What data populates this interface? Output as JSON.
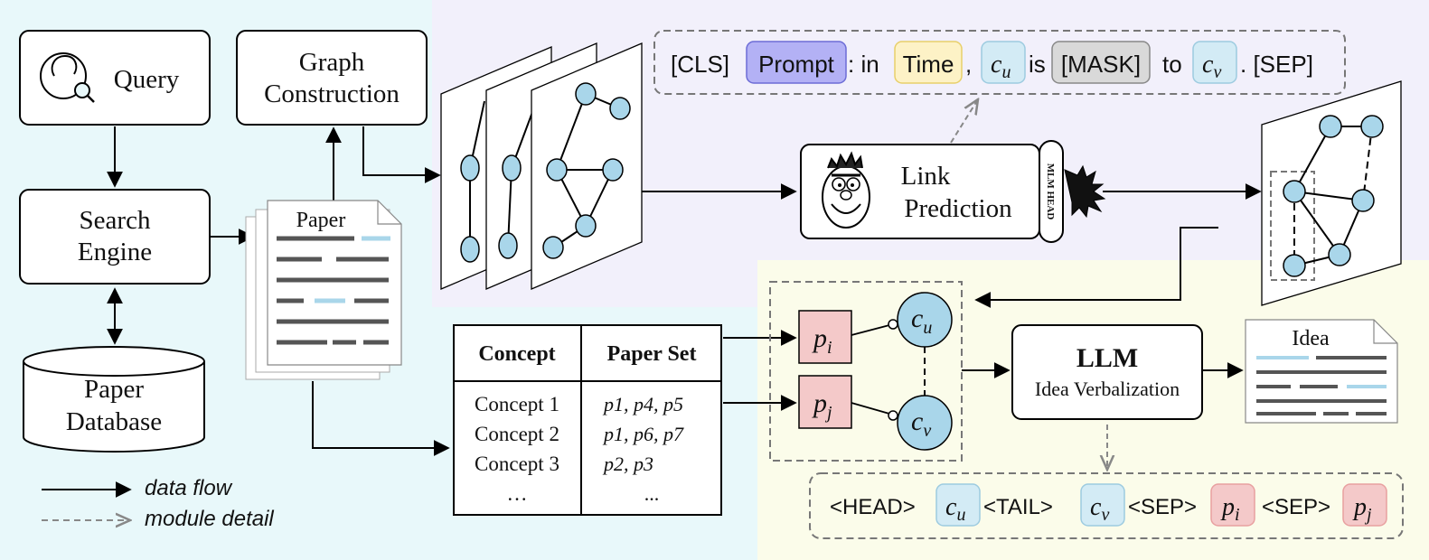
{
  "modules": {
    "query": "Query",
    "graph_construction": [
      "Graph",
      "Construction"
    ],
    "search_engine": [
      "Search",
      "Engine"
    ],
    "paper_database": [
      "Paper",
      "Database"
    ],
    "paper_doc": "Paper",
    "link_prediction": [
      "Link",
      "Prediction"
    ],
    "mlm_head": "MLM HEAD",
    "llm_title": "LLM",
    "llm_subtitle": "Idea Verbalization",
    "idea_doc": "Idea"
  },
  "prompt_template": {
    "cls": "[CLS]",
    "prompt": "Prompt",
    "colon_in": ": in",
    "time": "Time",
    "comma": ",",
    "cu": "c",
    "cu_sub": "u",
    "is": "is",
    "mask": "[MASK]",
    "to": "to",
    "cv": "c",
    "cv_sub": "v",
    "sep_end": ". [SEP]"
  },
  "concept_table": {
    "headers": [
      "Concept",
      "Paper Set"
    ],
    "rows": [
      {
        "concept": "Concept 1",
        "papers": "p1, p4, p5"
      },
      {
        "concept": "Concept 2",
        "papers": "p1, p6, p7"
      },
      {
        "concept": "Concept 3",
        "papers": "p2, p3"
      },
      {
        "concept": "…",
        "papers": "..."
      }
    ]
  },
  "pair_nodes": {
    "pi": "p",
    "pi_sub": "i",
    "pj": "p",
    "pj_sub": "j",
    "cu": "c",
    "cu_sub": "u",
    "cv": "c",
    "cv_sub": "v"
  },
  "output_sequence": {
    "head": "<HEAD>",
    "tail": "<TAIL>",
    "sep1": "<SEP>",
    "sep2": "<SEP>"
  },
  "legend": {
    "data_flow": "data flow",
    "module_detail": "module detail"
  },
  "colors": {
    "left_panel_bg": "#e8f8fa",
    "top_panel_bg": "#f2f0fb",
    "bottom_panel_bg": "#fbfcea",
    "node_fill": "#a9d6ea",
    "paper_node_fill": "#f4c9c9",
    "prompt_fill": "#b3b1f5",
    "time_fill": "#fdf2c6",
    "mask_fill": "#d9d9d9",
    "concept_tag_fill": "#d3ebf5",
    "highlight_line": "#a9d6ea"
  }
}
